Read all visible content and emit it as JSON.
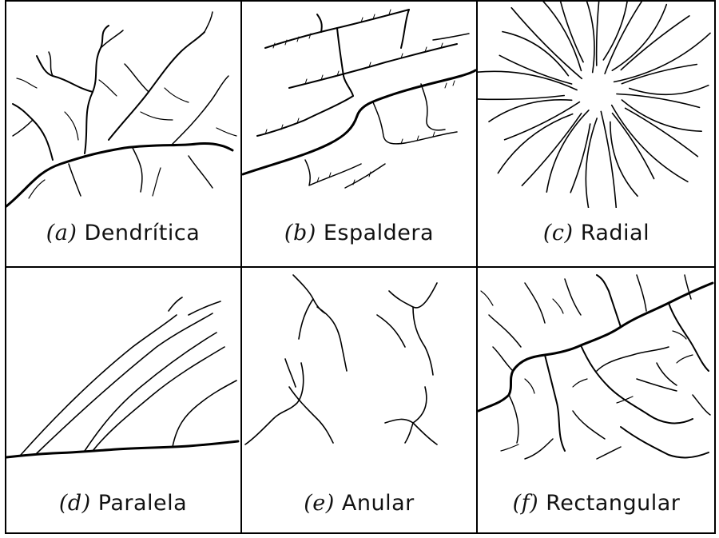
{
  "panels": [
    {
      "tag": "(a)",
      "label": "Dendrítica"
    },
    {
      "tag": "(b)",
      "label": "Espaldera"
    },
    {
      "tag": "(c)",
      "label": "Radial"
    },
    {
      "tag": "(d)",
      "label": "Paralela"
    },
    {
      "tag": "(e)",
      "label": "Anular"
    },
    {
      "tag": "(f)",
      "label": "Rectangular"
    }
  ],
  "colors": {
    "line": "#000000",
    "background": "#ffffff"
  }
}
